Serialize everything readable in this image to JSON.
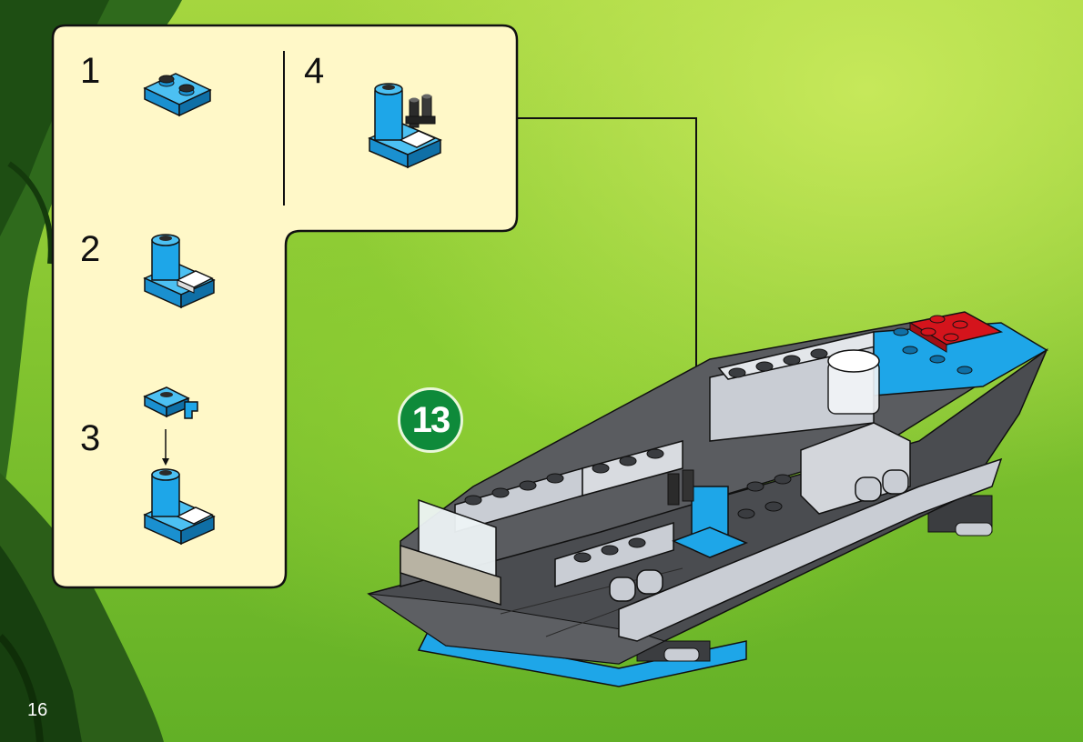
{
  "page": {
    "number": "16"
  },
  "callout": {
    "steps": [
      {
        "label": "1",
        "part": "blue-plate-1x2"
      },
      {
        "label": "2",
        "part": "blue-brick-with-white-tile"
      },
      {
        "label": "3",
        "part": "blue-clip-plate-onto-brick"
      },
      {
        "label": "4",
        "part": "binocular-mount-assembly"
      }
    ]
  },
  "main_step": {
    "number": "13",
    "model": "lego-boat-hull"
  },
  "colors": {
    "callout_bg": "#fff8c8",
    "badge": "#0e8a3a",
    "lego_blue": "#1ea6e8",
    "lego_red": "#d4141c",
    "lego_grey": "#c9cdd4",
    "lego_dark": "#4a4c50"
  }
}
